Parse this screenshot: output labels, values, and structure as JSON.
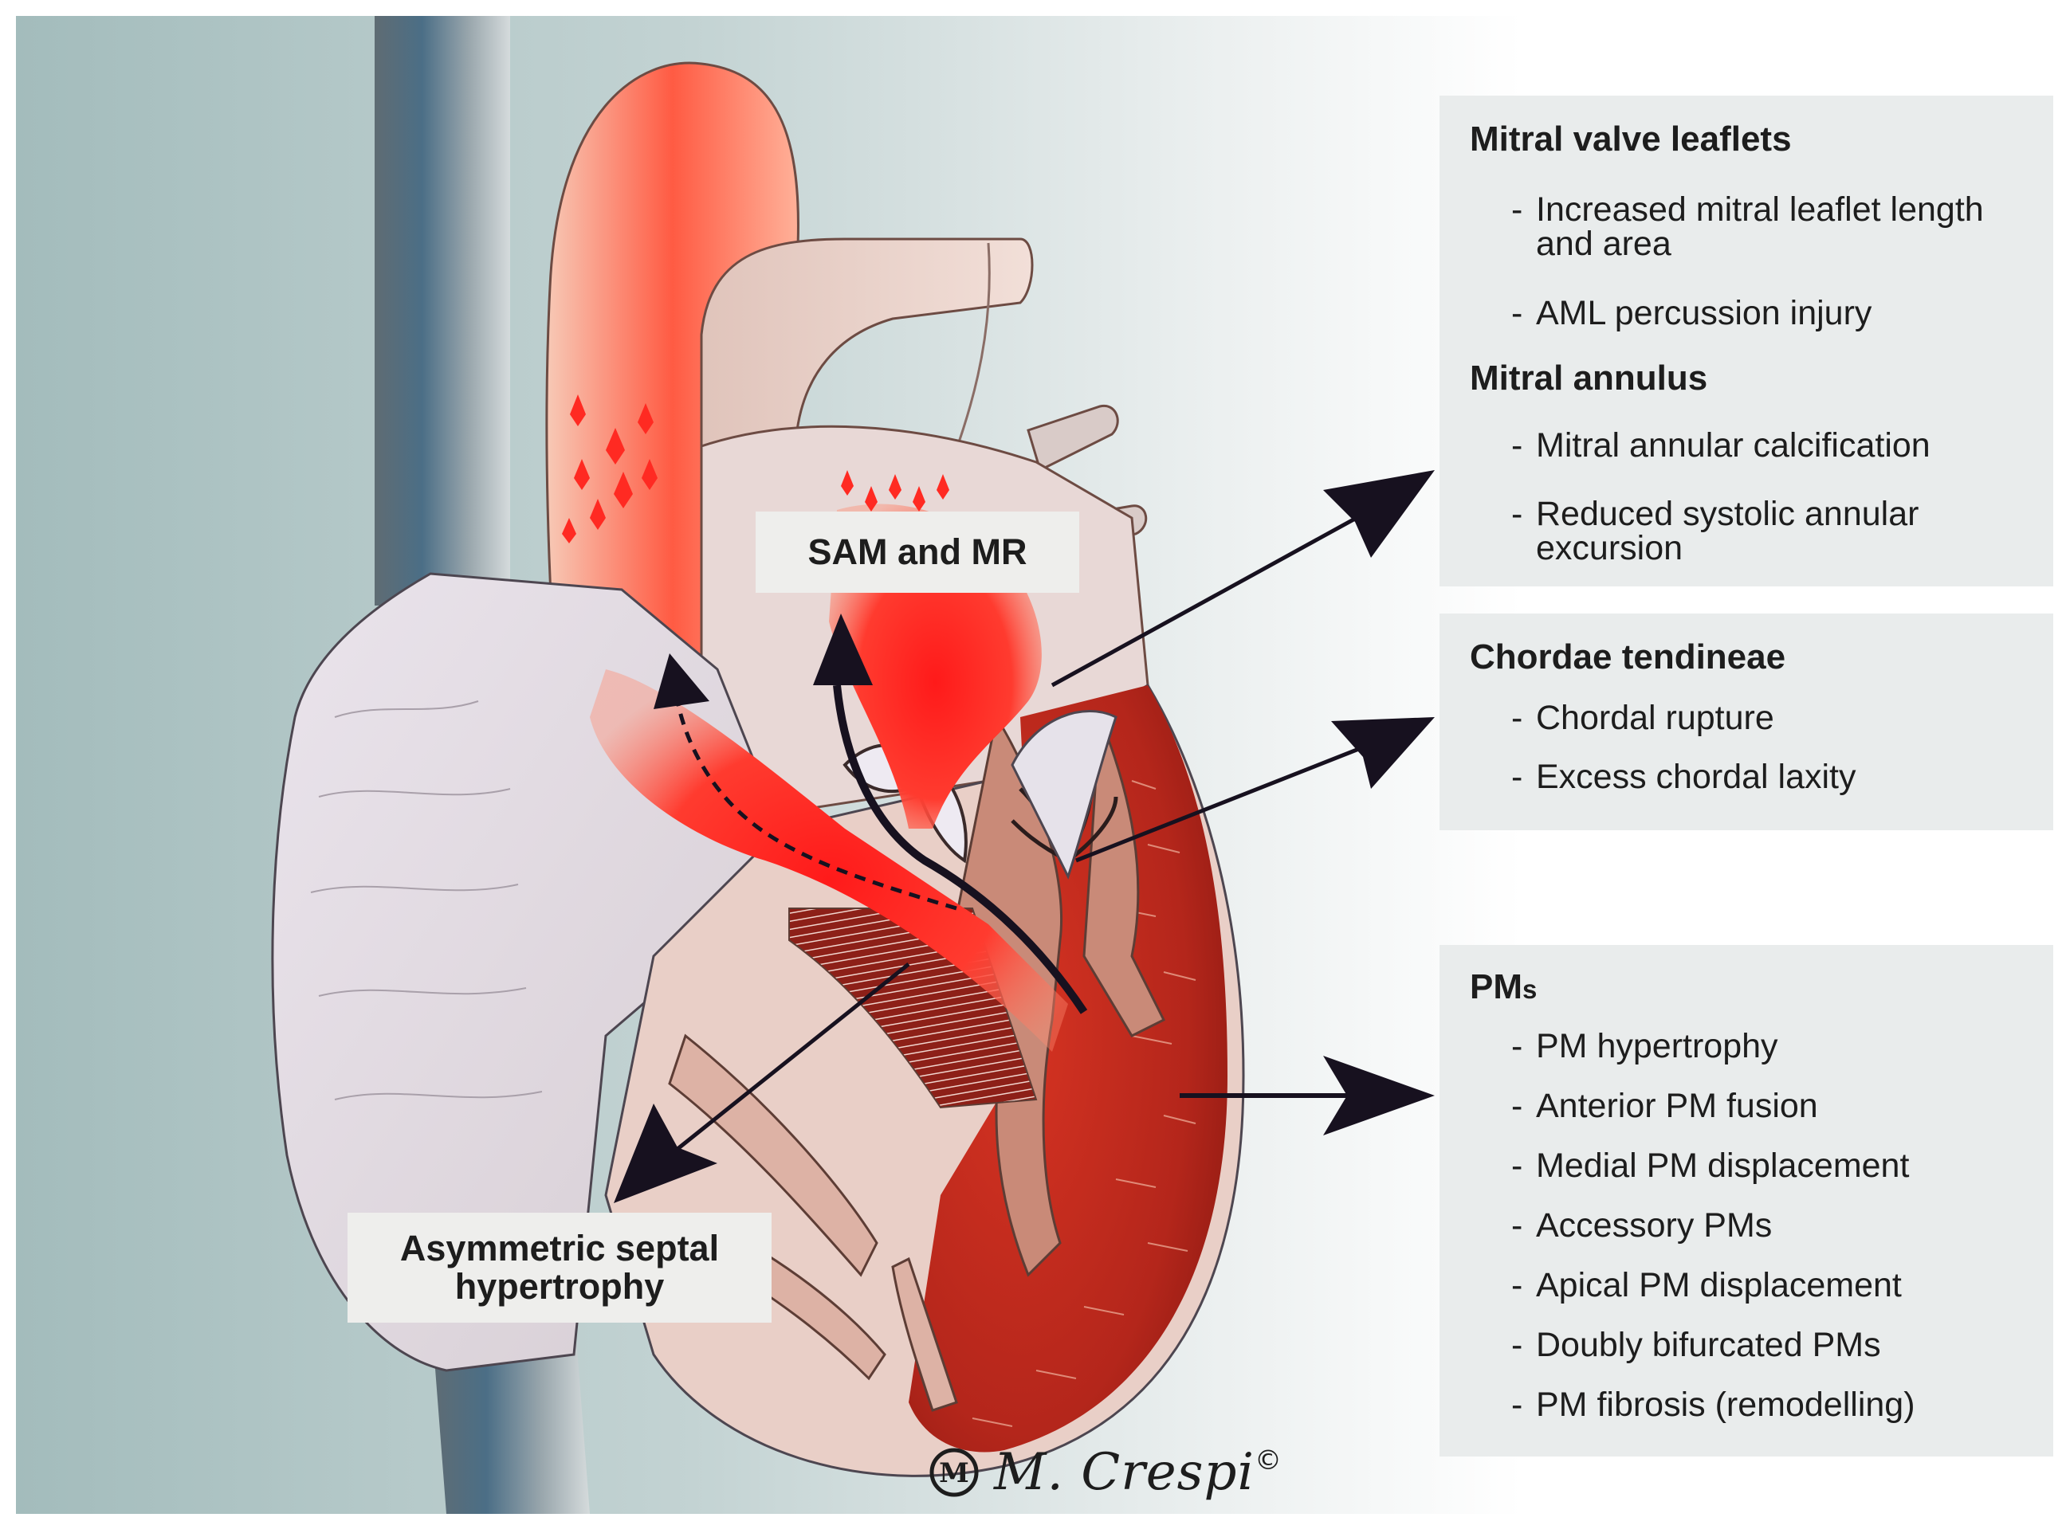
{
  "panels": {
    "mitral": {
      "sections": [
        {
          "heading": "Mitral valve leaflets",
          "items": [
            "Increased mitral leaflet length and area",
            "AML percussion injury"
          ]
        },
        {
          "heading": "Mitral annulus",
          "items": [
            "Mitral annular calcification",
            "Reduced systolic annular excursion"
          ]
        }
      ]
    },
    "chordae": {
      "heading": "Chordae tendineae",
      "items": [
        "Chordal rupture",
        "Excess chordal laxity"
      ]
    },
    "pms": {
      "heading_main": "PM",
      "heading_suffix": "s",
      "items": [
        "PM hypertrophy",
        "Anterior PM fusion",
        "Medial PM displacement",
        "Accessory PMs",
        "Apical PM displacement",
        "Doubly bifurcated PMs",
        "PM fibrosis (remodelling)"
      ]
    }
  },
  "labels": {
    "sam_mr": "SAM and MR",
    "septal_line1": "Asymmetric septal",
    "septal_line2": "hypertrophy"
  },
  "signature": {
    "monogram": "M",
    "text": "M. Crespi",
    "mark": "©"
  },
  "dash": "-",
  "colors": {
    "background_teal": "#a8c1c1",
    "panel_bg": "#e9ecec",
    "arrow": "#17111f",
    "blood_red": "#ff2a22",
    "myocardium": "#b9281c"
  }
}
